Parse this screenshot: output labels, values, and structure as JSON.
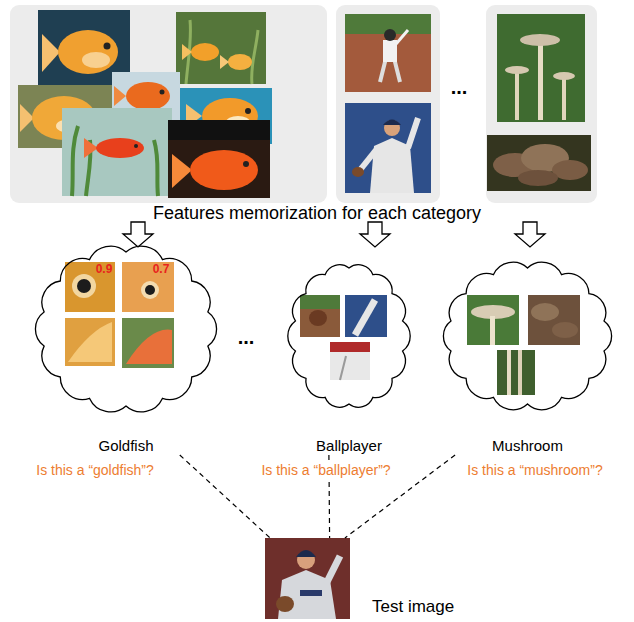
{
  "diagram": {
    "nodes": [
      {
        "text": [
          "Goldfish"
        ]
      },
      {
        "text": [
          "Ballplayer"
        ]
      },
      {
        "text": [
          "Mushroom"
        ]
      },
      {
        "text": [
          "Test image"
        ]
      }
    ],
    "edges": [
      {
        "from": 0,
        "to": 3,
        "label": "Is this a “goldfish”?",
        "arrow": "none"
      },
      {
        "from": 1,
        "to": 3,
        "label": "Is this a “ballplayer”?",
        "arrow": "none"
      },
      {
        "from": 2,
        "to": 3,
        "label": "Is this a “mushroom”?",
        "arrow": "none"
      }
    ],
    "labels": [
      "Features memorization for each category",
      "...",
      "...",
      "0.9",
      "0.7"
    ]
  }
}
